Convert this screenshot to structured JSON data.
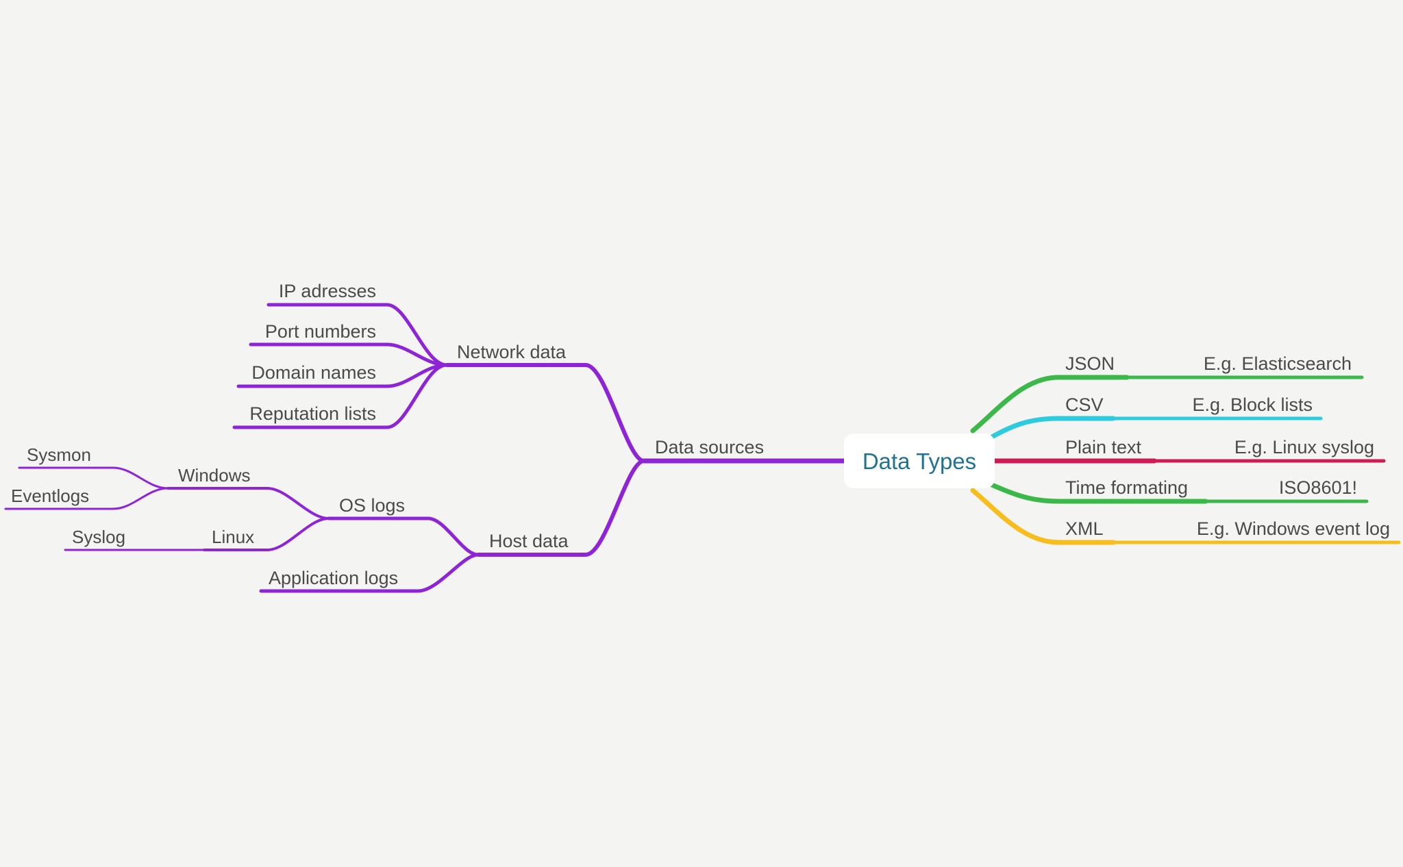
{
  "colors": {
    "background": "#f4f5f3",
    "left_branch": "#8e24d6",
    "json": "#3cb84a",
    "csv": "#2ecbde",
    "plain_text": "#d01a54",
    "time_formating": "#3cb84a",
    "xml": "#f7bd1c",
    "root_text": "#1f7390",
    "label_text": "#4a4a4a"
  },
  "root": {
    "label": "Data Types"
  },
  "left": {
    "data_sources": "Data sources",
    "network_data": {
      "label": "Network data",
      "children": [
        "IP adresses",
        "Port numbers",
        "Domain names",
        "Reputation lists"
      ]
    },
    "host_data": {
      "label": "Host data",
      "os_logs": {
        "label": "OS logs",
        "windows": {
          "label": "Windows",
          "children": [
            "Sysmon",
            "Eventlogs"
          ]
        },
        "linux": {
          "label": "Linux",
          "children": [
            "Syslog"
          ]
        }
      },
      "application_logs": "Application logs"
    }
  },
  "right": [
    {
      "label": "JSON",
      "example": "E.g. Elasticsearch"
    },
    {
      "label": "CSV",
      "example": "E.g. Block lists"
    },
    {
      "label": "Plain text",
      "example": "E.g. Linux syslog"
    },
    {
      "label": "Time formating",
      "example": "ISO8601!"
    },
    {
      "label": "XML",
      "example": "E.g. Windows event log"
    }
  ]
}
